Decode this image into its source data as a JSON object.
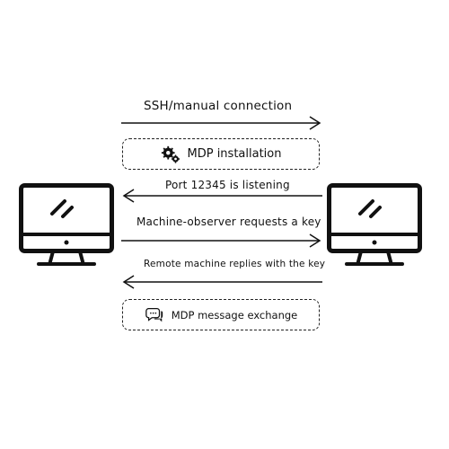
{
  "diagram": {
    "steps": [
      {
        "label": "SSH/manual connection",
        "direction": "right"
      },
      {
        "label": "MDP installation",
        "icon": "gears-icon"
      },
      {
        "label": "Port 12345 is listening",
        "direction": "left"
      },
      {
        "label": "Machine-observer requests a key",
        "direction": "right"
      },
      {
        "label": "Remote machine replies with the key",
        "direction": "left"
      },
      {
        "label": "MDP message exchange",
        "icon": "chat-bubbles-icon"
      }
    ],
    "left_computer": {
      "icon": "monitor-icon"
    },
    "right_computer": {
      "icon": "monitor-icon"
    }
  }
}
